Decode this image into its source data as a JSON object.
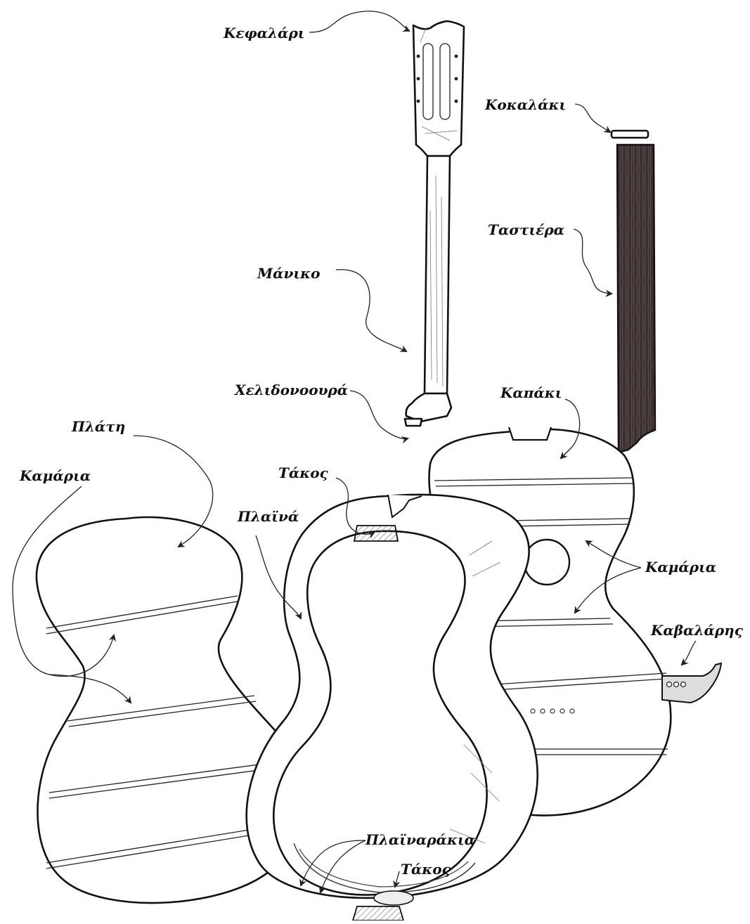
{
  "labels": {
    "headstock": "Κεφαλάρι",
    "nut": "Κοκαλάκι",
    "fretboard": "Ταστιέρα",
    "neck": "Μάνικο",
    "dovetail": "Χελιδονοουρά",
    "soundboard": "Καπάκι",
    "back": "Πλάτη",
    "back_braces": "Καμάρια",
    "top_block": "Τάκος",
    "sides": "Πλαϊνά",
    "top_braces": "Καμάρια",
    "bridge": "Καβαλάρης",
    "linings": "Πλαϊναράκια",
    "bottom_block": "Τάκος"
  }
}
